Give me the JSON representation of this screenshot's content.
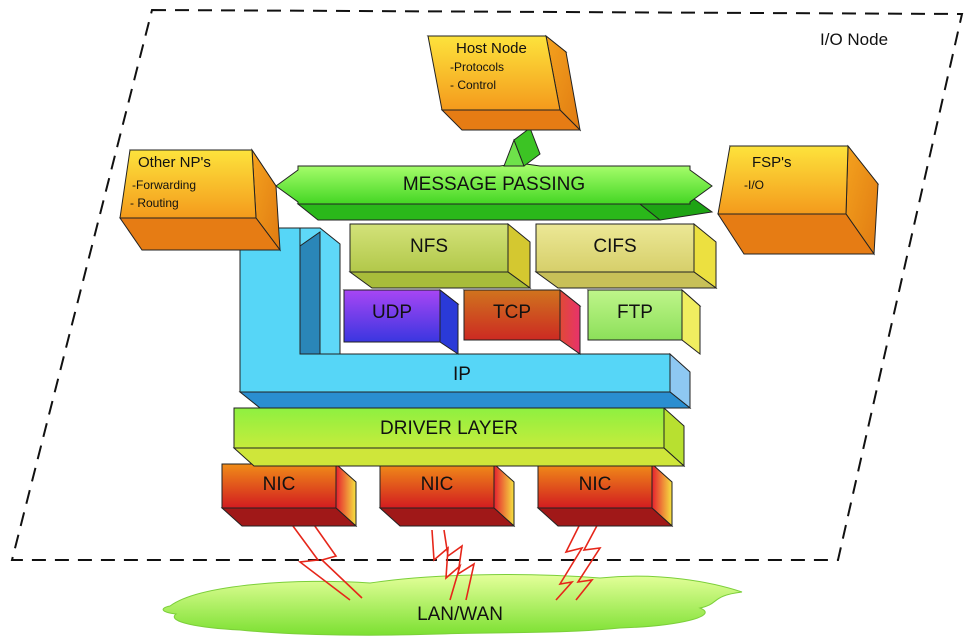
{
  "frame_label": "I/O Node",
  "host_node": {
    "title": "Host Node",
    "items": [
      "-Protocols",
      "- Control"
    ]
  },
  "other_nps": {
    "title": "Other NP's",
    "items": [
      "-Forwarding",
      "- Routing"
    ]
  },
  "fsps": {
    "title": "FSP's",
    "items": [
      "-I/O"
    ]
  },
  "message_passing": "MESSAGE PASSING",
  "nfs": "NFS",
  "cifs": "CIFS",
  "udp": "UDP",
  "tcp": "TCP",
  "ftp": "FTP",
  "ip": "IP",
  "driver_layer": "DRIVER LAYER",
  "nics": [
    "NIC",
    "NIC",
    "NIC"
  ],
  "network": "LAN/WAN",
  "colors": {
    "yellow_box": "#f6c21c",
    "green_band": "#7ce82c",
    "blue_ip": "#56d6f7",
    "nic_orange": "#e8851a",
    "udp_purple": "#9b3cf0",
    "tcp_brown": "#c8631c",
    "ftp_green": "#a8ef6c",
    "nfs_olive": "#c4d65a",
    "cifs_khaki": "#e2dd82",
    "link_red": "#e6261a"
  }
}
